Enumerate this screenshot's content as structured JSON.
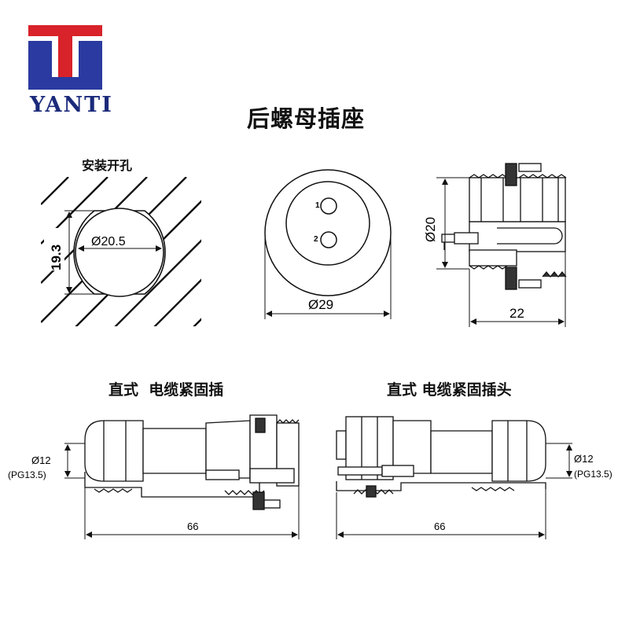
{
  "brand": {
    "name": "YANTI",
    "red": "#d8232a",
    "blue": "#2a3aa0"
  },
  "title": "后螺母插座",
  "panel_cutout": {
    "caption": "安装开孔",
    "dim_width": "Ø20.5",
    "dim_height": "19.3"
  },
  "front_view": {
    "pin1": "1",
    "pin2": "2",
    "dim_diameter": "Ø29"
  },
  "side_view": {
    "dim_diameter": "Ø20",
    "dim_length": "22"
  },
  "plug_left": {
    "caption": "直式  电缆紧固插",
    "dim_cable": "Ø12",
    "dim_pg": "(PG13.5)",
    "dim_length": "66"
  },
  "plug_right": {
    "caption": "直式 电缆紧固插头",
    "dim_cable": "Ø12",
    "dim_pg": "(PG13.5)",
    "dim_length": "66"
  }
}
